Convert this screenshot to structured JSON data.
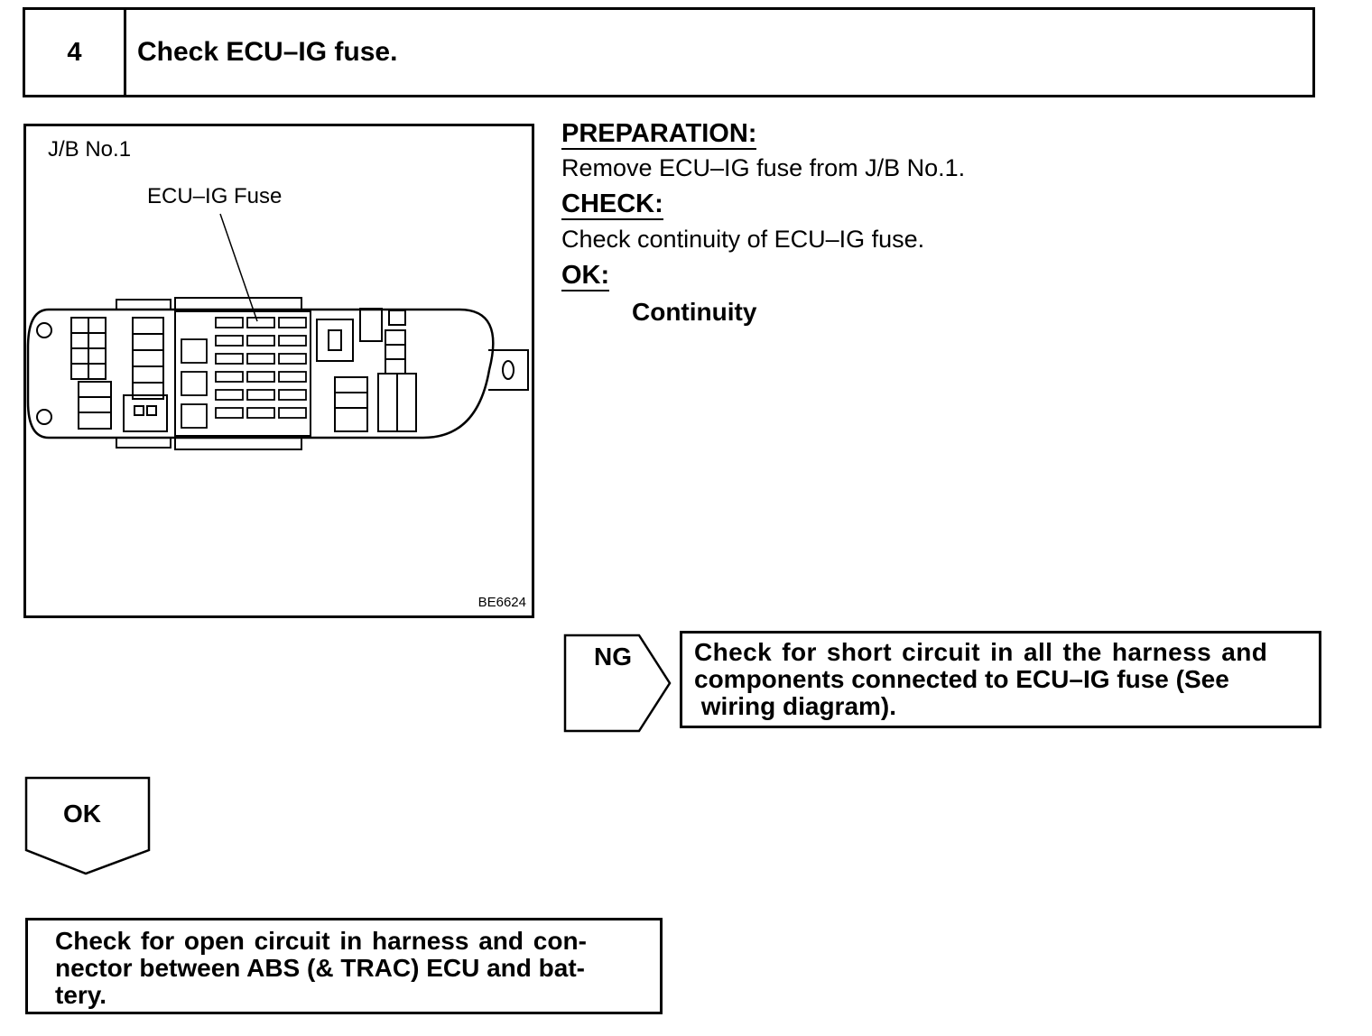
{
  "step": {
    "number": "4",
    "title": "Check ECU–IG fuse."
  },
  "figure": {
    "jb_label": "J/B No.1",
    "fuse_label": "ECU–IG Fuse",
    "code": "BE6624"
  },
  "preparation": {
    "heading": "PREPARATION:",
    "text": "Remove ECU–IG fuse from J/B No.1."
  },
  "check": {
    "heading": "CHECK:",
    "text": "Check continuity of ECU–IG fuse."
  },
  "ok_criteria": {
    "heading": "OK:",
    "value": "Continuity"
  },
  "ng_branch": {
    "label": "NG",
    "lines": [
      "Check for short circuit in all the harness and",
      "components connected to ECU–IG fuse (See",
      " wiring diagram)."
    ]
  },
  "ok_branch": {
    "label": "OK",
    "lines": [
      "Check for open circuit in harness and con-",
      "nector between ABS (& TRAC) ECU and bat-",
      "tery."
    ]
  }
}
